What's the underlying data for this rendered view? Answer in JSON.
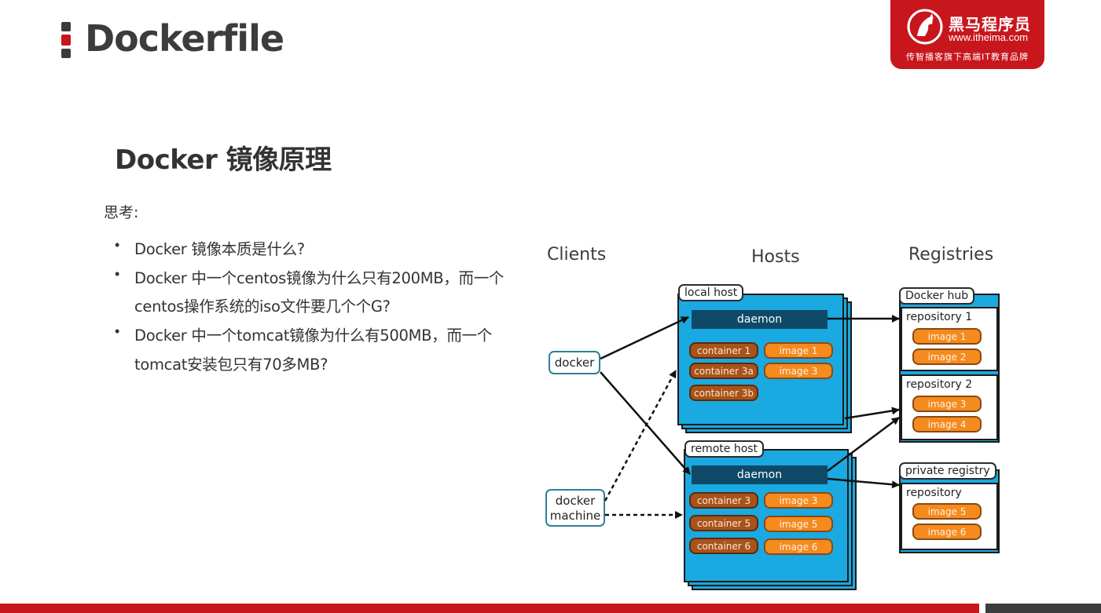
{
  "slide": {
    "title": "Dockerfile",
    "section_heading": "Docker 镜像原理",
    "think_label": "思考:",
    "bullets": [
      {
        "lines": [
          "Docker 镜像本质是什么?"
        ]
      },
      {
        "lines": [
          "Docker 中一个centos镜像为什么只有200MB，而一个",
          "centos操作系统的iso文件要几个个G?"
        ]
      },
      {
        "lines": [
          "Docker 中一个tomcat镜像为什么有500MB，而一个",
          "tomcat安装包只有70多MB?"
        ]
      }
    ],
    "bullet_glyph": "•"
  },
  "logo": {
    "cn": "黑马程序员",
    "url": "www.itheima.com",
    "slogan": "传智播客旗下高端IT教育品牌"
  },
  "diagram": {
    "columns": {
      "clients": "Clients",
      "hosts": "Hosts",
      "registries": "Registries"
    },
    "clients": {
      "docker": "docker",
      "docker_machine_line1": "docker",
      "docker_machine_line2": "machine"
    },
    "local_host": {
      "label": "local host",
      "daemon": "daemon",
      "containers": [
        "container 1",
        "container 3a",
        "container 3b"
      ],
      "images": [
        "image 1",
        "image 3"
      ]
    },
    "remote_host": {
      "label": "remote host",
      "daemon": "daemon",
      "containers": [
        "container 3",
        "container 5",
        "container 6"
      ],
      "images": [
        "image 3",
        "image 5",
        "image 6"
      ]
    },
    "docker_hub": {
      "label": "Docker hub",
      "repositories": [
        {
          "name": "repository 1",
          "images": [
            "image 1",
            "image 2"
          ]
        },
        {
          "name": "repository 2",
          "images": [
            "image 3",
            "image 4"
          ]
        }
      ]
    },
    "private_registry": {
      "label": "private registry",
      "repositories": [
        {
          "name": "repository",
          "images": [
            "image 5",
            "image 6"
          ]
        }
      ]
    }
  },
  "colors": {
    "brand_red": "#c8161d",
    "host_blue": "#1aa9e0",
    "daemon_navy": "#0e4a68",
    "container_brown": "#a8531c",
    "image_orange": "#f58a1f",
    "footer_gray": "#3c3c3c"
  }
}
